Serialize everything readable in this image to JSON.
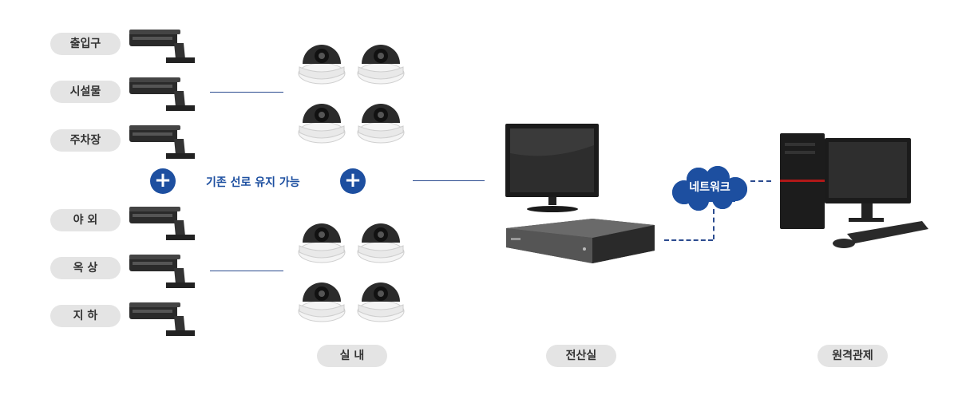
{
  "left_labels": [
    "출입구",
    "시설물",
    "주차장",
    "야 외",
    "옥 상",
    "지 하"
  ],
  "keep_wiring": "기존 선로 유지 가능",
  "network": "네트워크",
  "bottom_labels": {
    "indoor": "실 내",
    "server_room": "전산실",
    "remote": "원격관제"
  },
  "colors": {
    "accent": "#1d4fa0",
    "line": "#2b4b8f",
    "pill": "#e4e4e4"
  }
}
